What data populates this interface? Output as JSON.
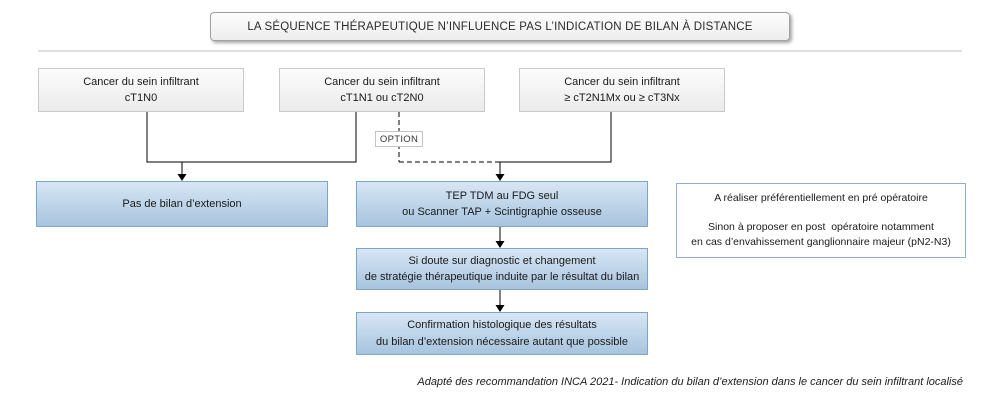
{
  "header": {
    "title": "LA SÉQUENCE THÉRAPEUTIQUE N’INFLUENCE PAS L’INDICATION DE BILAN À DISTANCE"
  },
  "flow": {
    "ct1n0": {
      "line1": "Cancer du sein infiltrant",
      "line2": "cT1N0"
    },
    "ct1n1_ct2n0": {
      "line1": "Cancer du sein infiltrant",
      "line2": "cT1N1 ou cT2N0"
    },
    "ct2n1mx_ct3nx": {
      "line1": "Cancer du sein infiltrant",
      "line2": "≥ cT2N1Mx ou ≥ cT3Nx"
    },
    "option_label": "OPTION",
    "no_extension_workup": "Pas de bilan d’extension",
    "imaging": {
      "line1": "TEP TDM au FDG seul",
      "line2": "ou Scanner TAP + Scintigraphie osseuse"
    },
    "doubt": {
      "line1": "Si doute sur diagnostic et changement",
      "line2": "de stratégie thérapeutique induite par le résultat du bilan"
    },
    "confirmation": {
      "line1": "Confirmation histologique des résultats",
      "line2": "du bilan d’extension nécessaire autant que possible"
    }
  },
  "side_note": {
    "line1": "A réaliser préférentiellement en pré opératoire",
    "line2": "Sinon à proposer en post  opératoire notamment",
    "line3": "en cas d’envahissement ganglionnaire majeur (pN2-N3)"
  },
  "footer": {
    "caption": "Adapté des recommandation INCA 2021- Indication du bilan d’extension dans le cancer du sein infiltrant localisé"
  },
  "colors": {
    "blue_box_border": "#7da5c5",
    "blue_box_top": "#d7e6f4",
    "blue_box_bottom": "#a7c4de",
    "gray_box_border": "#c9c9c9",
    "note_box_border": "#94afcb"
  }
}
